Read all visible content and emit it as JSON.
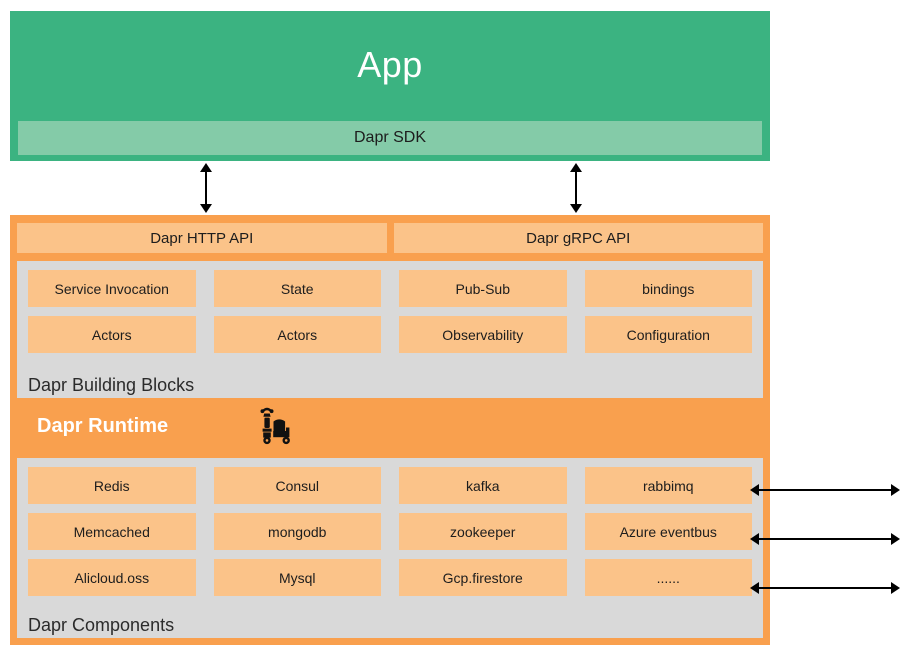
{
  "app": {
    "title": "App",
    "sdk_label": "Dapr SDK",
    "color": "#3BB381",
    "sdk_color": "#84CBA8"
  },
  "dapr": {
    "container_color": "#F9A04E",
    "panel_color": "#D9D9D9",
    "cell_color": "#FBC389",
    "apis": [
      {
        "label": "Dapr HTTP API"
      },
      {
        "label": "Dapr gRPC API"
      }
    ],
    "building_blocks": {
      "caption": "Dapr Building Blocks",
      "rows": [
        [
          "Service Invocation",
          "State",
          "Pub-Sub",
          "bindings"
        ],
        [
          "Actors",
          "Actors",
          "Observability",
          "Configuration"
        ]
      ]
    },
    "runtime": {
      "label": "Dapr Runtime",
      "logo_icon": "dapr-scooter-sidecar-icon"
    },
    "components": {
      "caption": "Dapr Components",
      "rows": [
        [
          "Redis",
          "Consul",
          "kafka",
          "rabbimq"
        ],
        [
          "Memcached",
          "mongodb",
          "zookeeper",
          "Azure eventbus"
        ],
        [
          "Alicloud.oss",
          "Mysql",
          "Gcp.firestore",
          "......"
        ]
      ]
    }
  },
  "connectors": {
    "vertical": [
      {
        "name": "app-to-http-api-arrow"
      },
      {
        "name": "app-to-grpc-api-arrow"
      }
    ],
    "horizontal": [
      {
        "name": "components-external-arrow-1"
      },
      {
        "name": "components-external-arrow-2"
      },
      {
        "name": "components-external-arrow-3"
      }
    ]
  }
}
